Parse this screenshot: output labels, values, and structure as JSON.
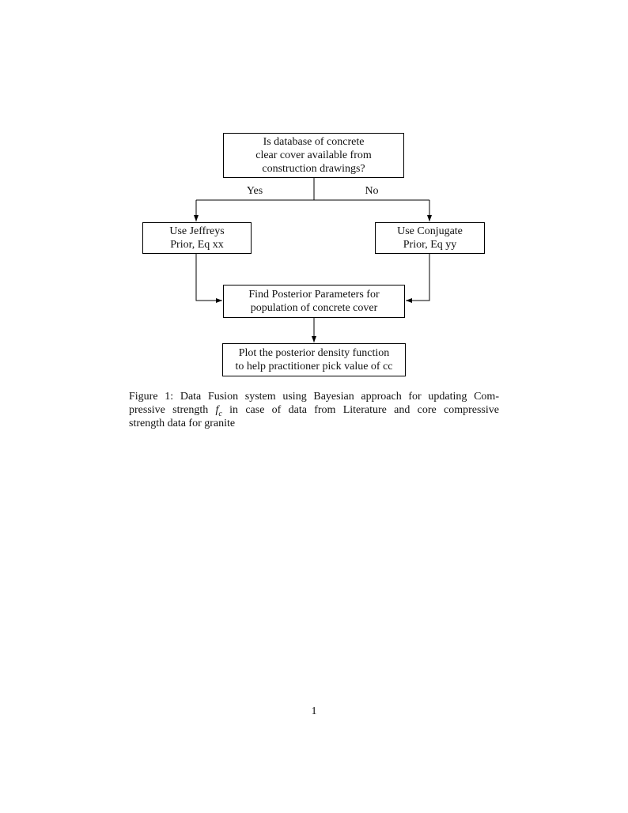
{
  "flowchart": {
    "question": {
      "lines": [
        "Is database of concrete",
        "clear cover available from",
        "construction drawings?"
      ]
    },
    "yes_label": "Yes",
    "no_label": "No",
    "jeffreys": {
      "lines": [
        "Use Jeffreys",
        "Prior, Eq xx"
      ]
    },
    "conjugate": {
      "lines": [
        "Use Conjugate",
        "Prior, Eq yy"
      ]
    },
    "posterior": {
      "lines": [
        "Find Posterior Parameters for",
        "population of concrete cover"
      ]
    },
    "plot": {
      "lines": [
        "Plot the posterior density function",
        "to help practitioner pick value of cc"
      ]
    },
    "line_color": "#000000"
  },
  "caption": {
    "line1": "Figure 1: Data Fusion system using Bayesian approach for updating Com-",
    "line2_pre": "pressive strength ",
    "math_f": "f",
    "math_sub": "c",
    "line2_post": " in case of data from Literature and core compressive",
    "line3": "strength data for granite"
  },
  "page_number": "1"
}
